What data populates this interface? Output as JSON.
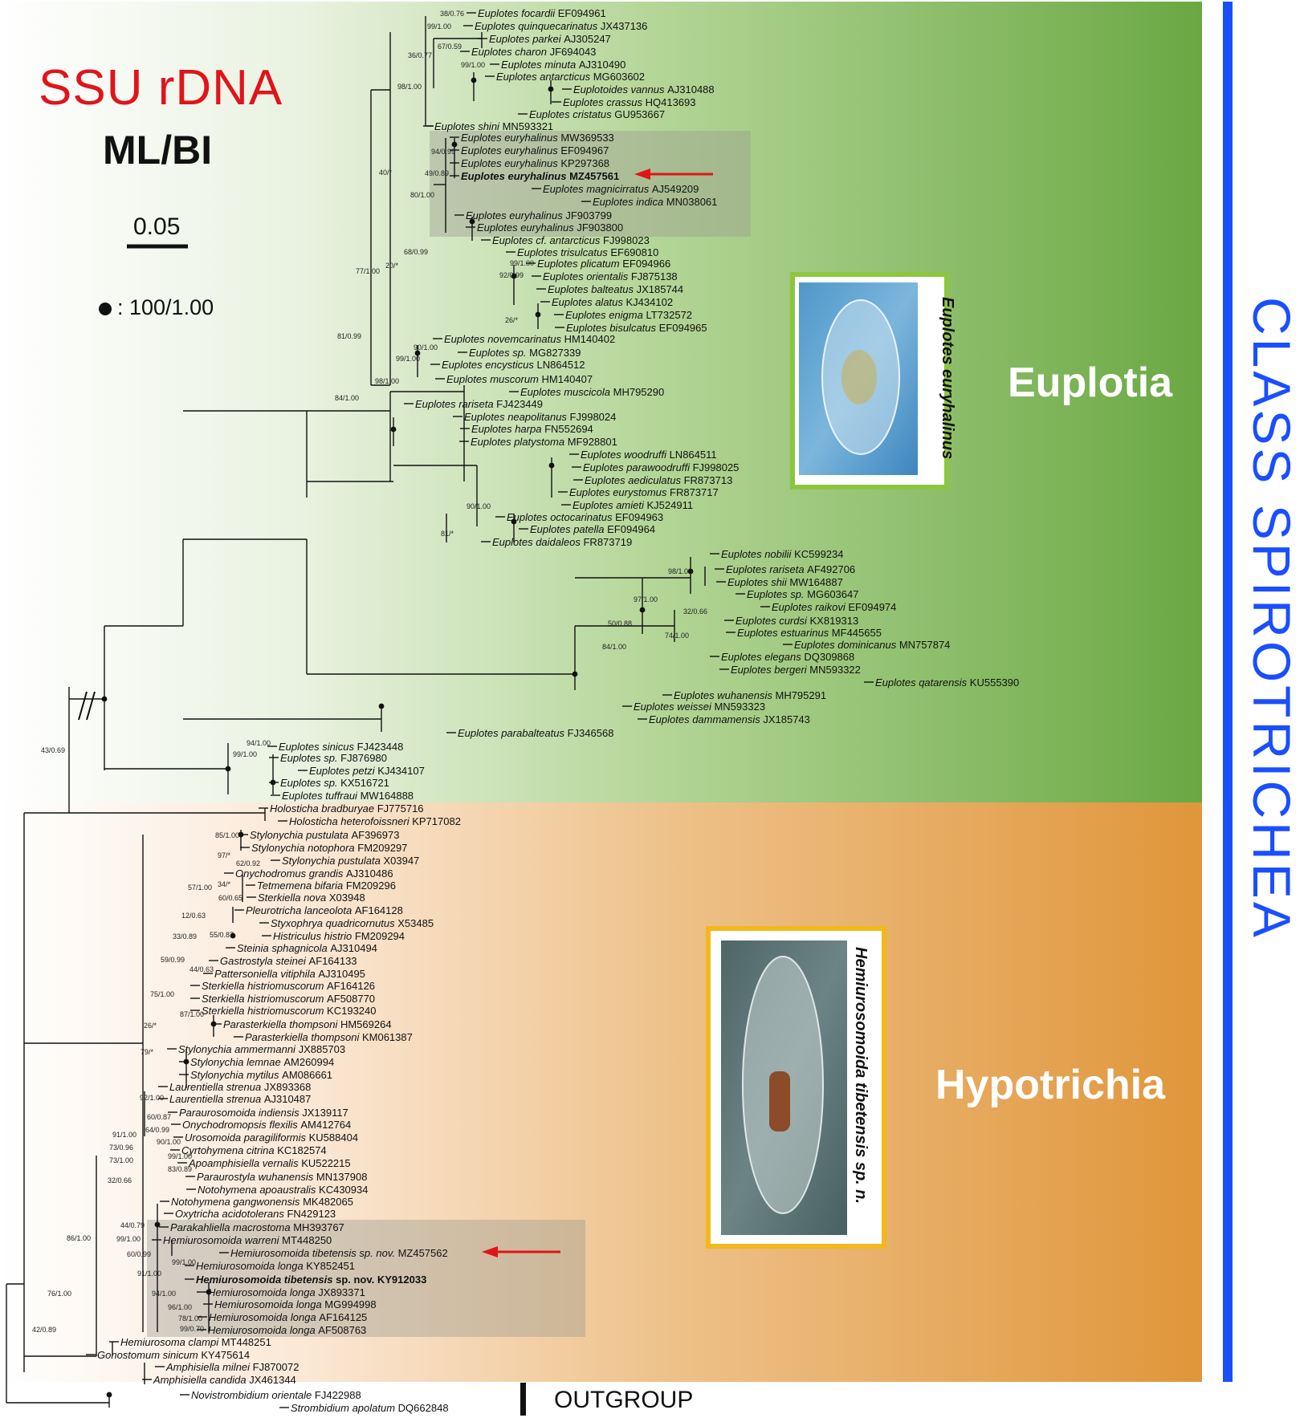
{
  "figure": {
    "title": "SSU rDNA",
    "method": "ML/BI",
    "scale_bar_label": "0.05",
    "support_legend": ": 100/1.00",
    "class_label": "CLASS  SPIROTRICHEA",
    "outgroup_label": "OUTGROUP",
    "groups": [
      {
        "name": "Euplotia",
        "color": "#6aa843"
      },
      {
        "name": "Hypotrichia",
        "color": "#e0963a"
      }
    ],
    "photos": [
      {
        "caption": "Euplotes euryhalinus",
        "frame_color": "#8cc63f"
      },
      {
        "caption": "Hemiurosomoida tibetensis sp. n.",
        "frame_color": "#f2b81c"
      }
    ],
    "colors": {
      "arrow": "#e0141b",
      "class_bar": "#1a4fff",
      "highlight_box": "#9a9a90"
    },
    "taxa": [
      "Euplotes focardii EF094961",
      "Euplotes quinquecarinatus JX437136",
      "Euplotes parkei AJ305247",
      "Euplotes charon JF694043",
      "Euplotes minuta AJ310490",
      "Euplotes antarcticus MG603602",
      "Euplotoides vannus AJ310488",
      "Euplotes crassus HQ413693",
      "Euplotes cristatus GU953667",
      "Euplotes shini MN593321",
      "Euplotes euryhalinus MW369533",
      "Euplotes euryhalinus EF094967",
      "Euplotes euryhalinus KP297368",
      "Euplotes euryhalinus MZ457561",
      "Euplotes magnicirratus AJ549209",
      "Euplotes indica MN038061",
      "Euplotes euryhalinus JF903799",
      "Euplotes euryhalinus JF903800",
      "Euplotes cf. antarcticus FJ998023",
      "Euplotes trisulcatus EF690810",
      "Euplotes plicatum EF094966",
      "Euplotes orientalis FJ875138",
      "Euplotes balteatus JX185744",
      "Euplotes alatus KJ434102",
      "Euplotes enigma LT732572",
      "Euplotes bisulcatus EF094965",
      "Euplotes novemcarinatus HM140402",
      "Euplotes sp. MG827339",
      "Euplotes encysticus LN864512",
      "Euplotes muscorum HM140407",
      "Euplotes muscicola MH795290",
      "Euplotes rariseta FJ423449",
      "Euplotes neapolitanus FJ998024",
      "Euplotes harpa FN552694",
      "Euplotes platystoma MF928801",
      "Euplotes woodruffi LN864511",
      "Euplotes parawoodruffi FJ998025",
      "Euplotes aediculatus FR873713",
      "Euplotes eurystomus FR873717",
      "Euplotes amieti KJ524911",
      "Euplotes octocarinatus EF094963",
      "Euplotes patella EF094964",
      "Euplotes daidaleos FR873719",
      "Euplotes nobilii KC599234",
      "Euplotes rariseta AF492706",
      "Euplotes shii MW164887",
      "Euplotes sp. MG603647",
      "Euplotes raikovi EF094974",
      "Euplotes curdsi KX819313",
      "Euplotes estuarinus MF445655",
      "Euplotes dominicanus MN757874",
      "Euplotes elegans DQ309868",
      "Euplotes bergeri MN593322",
      "Euplotes qatarensis KU555390",
      "Euplotes wuhanensis MH795291",
      "Euplotes weissei MN593323",
      "Euplotes dammamensis JX185743",
      "Euplotes parabalteatus FJ346568",
      "Euplotes sinicus FJ423448",
      "Euplotes sp. FJ876980",
      "Euplotes petzi KJ434107",
      "Euplotes sp. KX516721",
      "Euplotes tuffraui MW164888",
      "Holosticha bradburyae FJ775716",
      "Holosticha heterofoissneri KP717082",
      "Stylonychia pustulata AF396973",
      "Stylonychia notophora FM209297",
      "Stylonychia pustulata X03947",
      "Onychodromus grandis AJ310486",
      "Tetmemena bifaria FM209296",
      "Sterkiella nova X03948",
      "Pleurotricha lanceolota AF164128",
      "Styxophrya quadricornutus X53485",
      "Histriculus histrio FM209294",
      "Steinia sphagnicola AJ310494",
      "Gastrostyla steinei AF164133",
      "Pattersoniella vitiphila AJ310495",
      "Sterkiella histriomuscorum AF164126",
      "Sterkiella histriomuscorum AF508770",
      "Sterkiella histriomuscorum KC193240",
      "Parasterkiella thompsoni HM569264",
      "Parasterkiella thompsoni KM061387",
      "Stylonychia ammermanni JX885703",
      "Stylonychia lemnae AM260994",
      "Stylonychia mytilus AM086661",
      "Laurentiella strenua JX893368",
      "Laurentiella strenua AJ310487",
      "Paraurosomoida indiensis JX139117",
      "Onychodromopsis flexilis AM412764",
      "Urosomoida paragiliformis KU588404",
      "Cyrtohymena citrina KC182574",
      "Apoamphisiella vernalis KU522215",
      "Paraurostyla wuhanensis MN137908",
      "Notohymena apoaustralis KC430934",
      "Notohymena gangwonensis MK482065",
      "Oxytricha acidotolerans FN429123",
      "Parakahliella macrostoma MH393767",
      "Hemiurosomoida warreni MT448250",
      "Hemiurosomoida tibetensis sp. nov. MZ457562",
      "Hemiurosomoida longa KY852451",
      "Hemiurosomoida longa KY912033",
      "Hemiurosomoida longa JX893371",
      "Hemiurosomoida longa MG994998",
      "Hemiurosomoida longa AF164125",
      "Hemiurosomoida longa AF508763",
      "Hemiurosoma clampi MT448251",
      "Gonostomum sinicum KY475614",
      "Amphisiella milnei FJ870072",
      "Amphisiella candida JX461344",
      "Novistrombidium orientale FJ422988",
      "Strombidium apolatum DQ662848"
    ],
    "support_values": [
      "38/0.76",
      "99/1.00",
      "67/0.59",
      "36/0.77",
      "99/1.00",
      "98/1.00",
      "94/0.99",
      "49/0.89",
      "40/*",
      "80/1.00",
      "68/0.99",
      "20/*",
      "77/1.00",
      "99/1.00",
      "92/0.99",
      "26/*",
      "81/0.99",
      "90/1.00",
      "99/1.00",
      "98/1.00",
      "84/1.00",
      "90/1.00",
      "81/*",
      "98/1.00",
      "97/1.00",
      "32/0.66",
      "50/0.88",
      "74/1.00",
      "84/1.00",
      "43/0.69",
      "94/1.00",
      "99/1.00",
      "85/1.00",
      "97/*",
      "62/0.92",
      "34/*",
      "57/1.00",
      "60/0.65",
      "12/0.63",
      "55/0.87",
      "33/0.89",
      "59/0.99",
      "44/0.63",
      "75/1.00",
      "87/1.00",
      "26/*",
      "79/*",
      "92/1.00",
      "60/0.87",
      "64/0.99",
      "90/1.00",
      "91/1.00",
      "73/0.96",
      "73/1.00",
      "99/1.00",
      "83/0.89",
      "32/0.66",
      "86/1.00",
      "44/0.79",
      "99/1.00",
      "60/0.99",
      "99/1.00",
      "91/1.00",
      "94/1.00",
      "96/1.00",
      "78/1.00",
      "99/0.70",
      "76/1.00",
      "42/0.89"
    ]
  }
}
